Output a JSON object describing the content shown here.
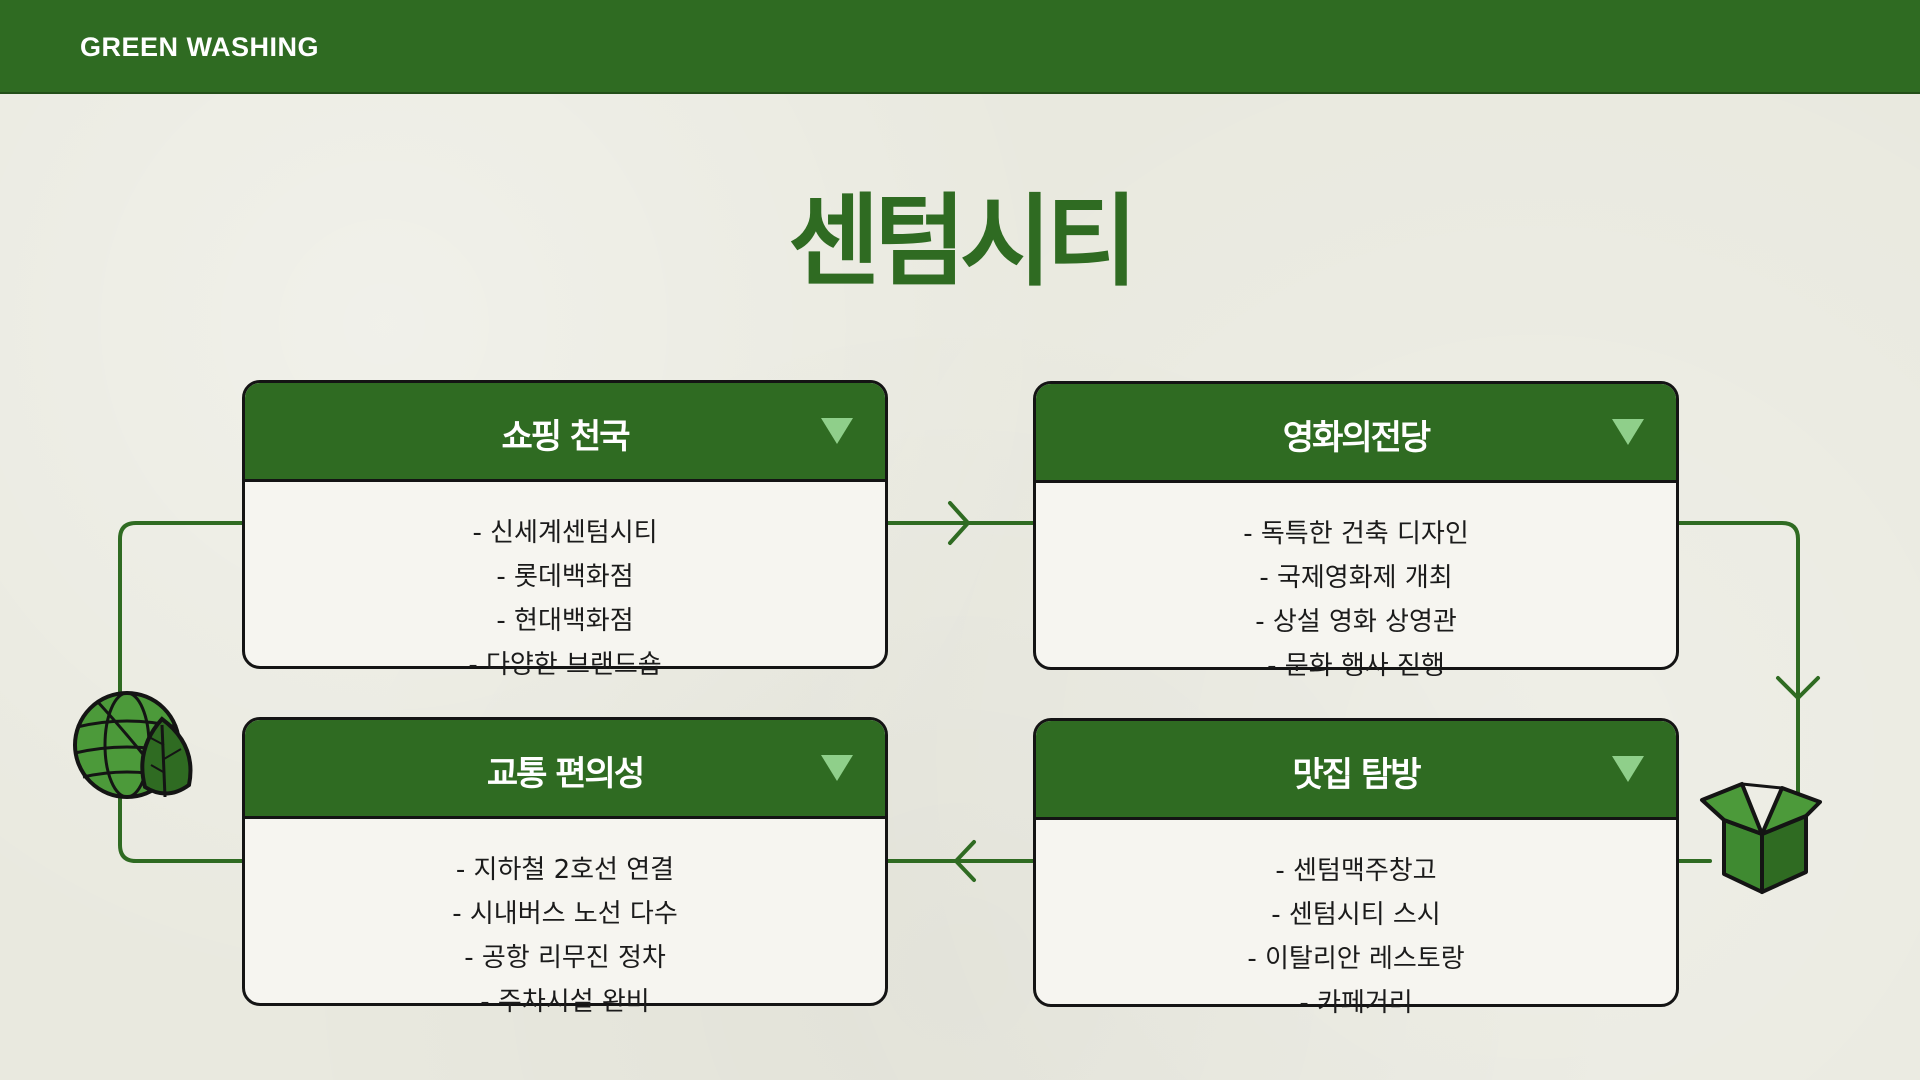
{
  "header": {
    "brand": "GREEN WASHING"
  },
  "page": {
    "title": "센텀시티"
  },
  "cards": [
    {
      "title": "쇼핑 천국",
      "items": [
        "- 신세계센텀시티",
        "- 롯데백화점",
        "- 현대백화점",
        "- 다양한 브랜드숍"
      ]
    },
    {
      "title": "영화의전당",
      "items": [
        "- 독특한 건축 디자인",
        "- 국제영화제 개최",
        "- 상설 영화 상영관",
        "- 문화 행사 진행"
      ]
    },
    {
      "title": "교통 편의성",
      "items": [
        "- 지하철 2호선 연결",
        "- 시내버스 노선 다수",
        "- 공항 리무진 정차",
        "- 주차시설 완비"
      ]
    },
    {
      "title": "맛집 탐방",
      "items": [
        "- 센텀맥주창고",
        "- 센텀시티 스시",
        "- 이탈리안 레스토랑",
        "- 카페거리"
      ]
    }
  ],
  "icons": {
    "globe": "globe-leaf-icon",
    "box": "recycle-box-icon",
    "chevron": "chevron-down-icon"
  },
  "colors": {
    "primary": "#2f6b22",
    "accent": "#8fcf8a",
    "background": "#e9e9df",
    "card": "#f6f5f0"
  }
}
